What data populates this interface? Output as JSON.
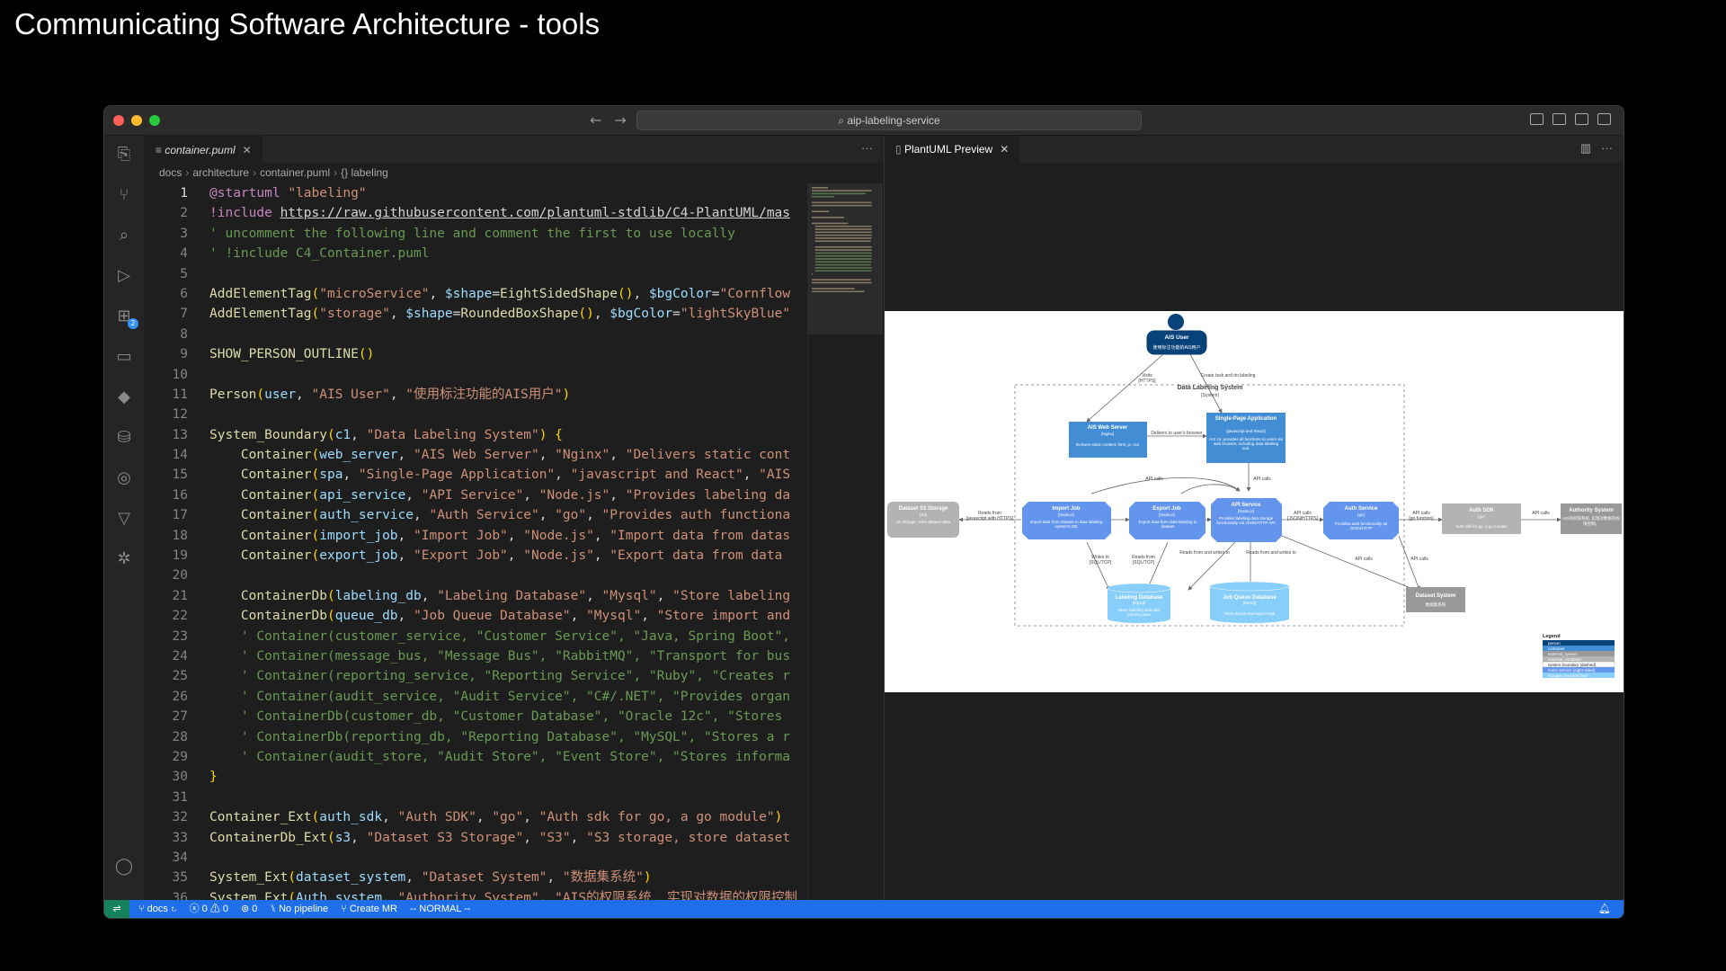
{
  "slide": {
    "title": "Communicating Software Architecture - tools"
  },
  "window": {
    "command_center": "aip-labeling-service",
    "traffic_colors": [
      "#ff5f57",
      "#febc2e",
      "#28c840"
    ],
    "accent": "#1f6feb"
  },
  "activity_bar": {
    "items": [
      {
        "icon": "explorer-icon"
      },
      {
        "icon": "source-control-icon"
      },
      {
        "icon": "search-icon"
      },
      {
        "icon": "run-debug-icon"
      },
      {
        "icon": "extensions-icon",
        "badge": "2"
      },
      {
        "icon": "remote-explorer-icon"
      },
      {
        "icon": "docker-icon"
      },
      {
        "icon": "database-icon"
      },
      {
        "icon": "gitlens-icon"
      },
      {
        "icon": "gitlab-icon"
      },
      {
        "icon": "kubernetes-icon"
      }
    ],
    "bottom": [
      {
        "icon": "account-icon"
      },
      {
        "icon": "settings-gear-icon"
      }
    ]
  },
  "editor": {
    "tab_label": "container.puml",
    "breadcrumb": [
      "docs",
      "architecture",
      "container.puml",
      "{} labeling"
    ],
    "lines": [
      "@startuml \"labeling\"",
      "!include https://raw.githubusercontent.com/plantuml-stdlib/C4-PlantUML/mas",
      "' uncomment the following line and comment the first to use locally",
      "' !include C4_Container.puml",
      "",
      "AddElementTag(\"microService\", $shape=EightSidedShape(), $bgColor=\"Cornflow",
      "AddElementTag(\"storage\", $shape=RoundedBoxShape(), $bgColor=\"lightSkyBlue\"",
      "",
      "SHOW_PERSON_OUTLINE()",
      "",
      "Person(user, \"AIS User\", \"使用标注功能的AIS用户\")",
      "",
      "System_Boundary(c1, \"Data Labeling System\") {",
      "    Container(web_server, \"AIS Web Server\", \"Nginx\", \"Delivers static cont",
      "    Container(spa, \"Single-Page Application\", \"javascript and React\", \"AIS",
      "    Container(api_service, \"API Service\", \"Node.js\", \"Provides labeling da",
      "    Container(auth_service, \"Auth Service\", \"go\", \"Provides auth functiona",
      "    Container(import_job, \"Import Job\", \"Node.js\", \"Import data from datas",
      "    Container(export_job, \"Export Job\", \"Node.js\", \"Export data from data",
      "",
      "    ContainerDb(labeling_db, \"Labeling Database\", \"Mysql\", \"Store labeling",
      "    ContainerDb(queue_db, \"Job Queue Database\", \"Mysql\", \"Store import and",
      "    ' Container(customer_service, \"Customer Service\", \"Java, Spring Boot\",",
      "    ' Container(message_bus, \"Message Bus\", \"RabbitMQ\", \"Transport for bus",
      "    ' Container(reporting_service, \"Reporting Service\", \"Ruby\", \"Creates r",
      "    ' Container(audit_service, \"Audit Service\", \"C#/.NET\", \"Provides organ",
      "    ' ContainerDb(customer_db, \"Customer Database\", \"Oracle 12c\", \"Stores",
      "    ' ContainerDb(reporting_db, \"Reporting Database\", \"MySQL\", \"Stores a r",
      "    ' Container(audit_store, \"Audit Store\", \"Event Store\", \"Stores informa",
      "}",
      "",
      "Container_Ext(auth_sdk, \"Auth SDK\", \"go\", \"Auth sdk for go, a go module\")",
      "ContainerDb_Ext(s3, \"Dataset S3 Storage\", \"S3\", \"S3 storage, store dataset",
      "",
      "System_Ext(dataset_system, \"Dataset System\", \"数据集系统\")",
      "System_Ext(Auth_system, \"Authority System\", \"AIS的权限系统, 实现对数据的权限控制"
    ]
  },
  "preview": {
    "tab_label": "PlantUML Preview",
    "diagram": {
      "user_title": "AIS User",
      "user_desc": "使用标注功能的AIS用户",
      "boundary_title": "Data Labeling System",
      "boundary_sub": "[System]",
      "web_server": {
        "title": "AIS Web Server",
        "tech": "[Nginx]",
        "desc": "Delivers static content, html, js, css"
      },
      "spa": {
        "title": "Single-Page Application",
        "tech": "[javascript and React]",
        "desc": "AIS UI, provides all functions to users via web browser, including data labeling tool."
      },
      "import_job": {
        "title": "Import Job",
        "tech": "[Node.js]",
        "desc": "Import data from dataset to data labeling system's DB"
      },
      "export_job": {
        "title": "Export Job",
        "tech": "[Node.js]",
        "desc": "Export data from data labeling to dataset"
      },
      "api_service": {
        "title": "API Service",
        "tech": "[Node.js]",
        "desc": "Provides labeling data storage functionality via JSON/HTTP API"
      },
      "auth_service": {
        "title": "Auth Service",
        "tech": "[go]",
        "desc": "Provides auth functionality as JSON/HTTP"
      },
      "auth_sdk": {
        "title": "Auth SDK",
        "tech": "[go]",
        "desc": "Auth sdk for go, a go module"
      },
      "authority": {
        "title": "Authority System",
        "desc": "AIS的权限系统, 实现对数据的权限控制。"
      },
      "s3": {
        "title": "Dataset S3 Storage",
        "tech": "[S3]",
        "desc": "S3 storage, store dataset data"
      },
      "labeling_db": {
        "title": "Labeling Database",
        "tech": "[Mysql]",
        "desc": "Store labeling task and labeling data"
      },
      "queue_db": {
        "title": "Job Queue Database",
        "tech": "[Mysql]",
        "desc": "Store import and export task"
      },
      "dataset_system": {
        "title": "Dataset System",
        "desc": "数据集系统"
      },
      "rel_visits": "Visits",
      "rel_visits_tech": "[HTTPS]",
      "rel_create": "Create task and do labeling",
      "rel_delivers": "Delivers to user's browser",
      "rel_api": "API calls",
      "rel_api_tech": "[JSON/HTTPS]",
      "rel_reads": "Reads from",
      "rel_reads_tech": "[javascript with HTTPS]",
      "rel_writes": "Writes to",
      "rel_sql_tech": "[SQL/TCP]",
      "rel_readwrite": "Reads from and writes to",
      "rel_api_go": "[go function]",
      "legend_title": "Legend",
      "legend_items": [
        "person",
        "container",
        "external_system",
        "external_container",
        "system boundary (dashed)",
        "micro service (eight sided)",
        "storage (rounded box)"
      ]
    }
  },
  "statusbar": {
    "branch": "docs",
    "errors": "0",
    "warnings": "0",
    "ports": "0",
    "pipeline": "No pipeline",
    "create_mr": "Create MR",
    "mode": "-- NORMAL --"
  }
}
